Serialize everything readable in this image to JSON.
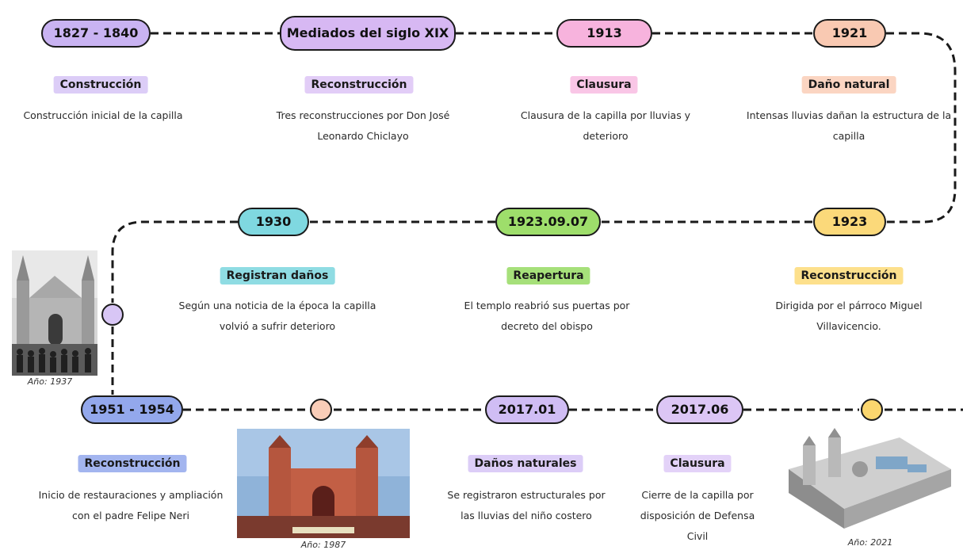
{
  "row1": [
    {
      "date": "1827 - 1840",
      "tag": "Construcción",
      "desc": "Construcción inicial de la capilla",
      "pill_color": "#c9b3f2",
      "tag_color": "#dccdf7"
    },
    {
      "date": "Mediados del siglo XIX",
      "tag": "Reconstrucción",
      "desc": "Tres reconstrucciones por Don José Leonardo Chiclayo",
      "pill_color": "#d7b8f3",
      "tag_color": "#e2cdf7"
    },
    {
      "date": "1913",
      "tag": "Clausura",
      "desc": "Clausura de la capilla por lluvias y deterioro",
      "pill_color": "#f7b3dd",
      "tag_color": "#f9c6e6"
    },
    {
      "date": "1921",
      "tag": "Daño natural",
      "desc": "Intensas lluvias dañan la estructura de la capilla",
      "pill_color": "#f9c9b2",
      "tag_color": "#fbd5c2"
    }
  ],
  "row2": [
    {
      "date": "1930",
      "tag": "Registran daños",
      "desc": "Según una noticia de la época la capilla volvió a sufrir deterioro",
      "pill_color": "#7fd8e0",
      "tag_color": "#8fdce3"
    },
    {
      "date": "1923.09.07",
      "tag": "Reapertura",
      "desc": "El templo reabrió sus puertas por decreto del obispo",
      "pill_color": "#9ede6b",
      "tag_color": "#a6e07a"
    },
    {
      "date": "1923",
      "tag": "Reconstrucción",
      "desc": "Dirigida por el párroco Miguel Villavicencio.",
      "pill_color": "#fbd97a",
      "tag_color": "#fde08c"
    }
  ],
  "row3": [
    {
      "date": "1951 - 1954",
      "tag": "Reconstrucción",
      "desc": "Inicio de restauraciones y ampliación con el padre Felipe Neri",
      "pill_color": "#93a8ec",
      "tag_color": "#a3b5ef"
    },
    {
      "date": "2017.01",
      "tag": "Daños naturales",
      "desc": "Se registraron estructurales por las lluvias del niño costero",
      "pill_color": "#d0bdf4",
      "tag_color": "#dccdf7"
    },
    {
      "date": "2017.06",
      "tag": "Clausura",
      "desc": "Cierre de la capilla por disposición de Defensa Civil",
      "pill_color": "#dcc6f5",
      "tag_color": "#e3d2f8"
    }
  ],
  "photos": [
    {
      "caption": "Año: 1937",
      "icon": "church-photo-1937"
    },
    {
      "caption": "Año: 1987",
      "icon": "church-photo-1987"
    },
    {
      "caption": "Año: 2021",
      "icon": "church-photo-2021"
    }
  ],
  "colors": {
    "dot_lilac": "#d8c6f5",
    "dot_peach": "#f9cdb8",
    "dot_yellow": "#fbd66e"
  }
}
